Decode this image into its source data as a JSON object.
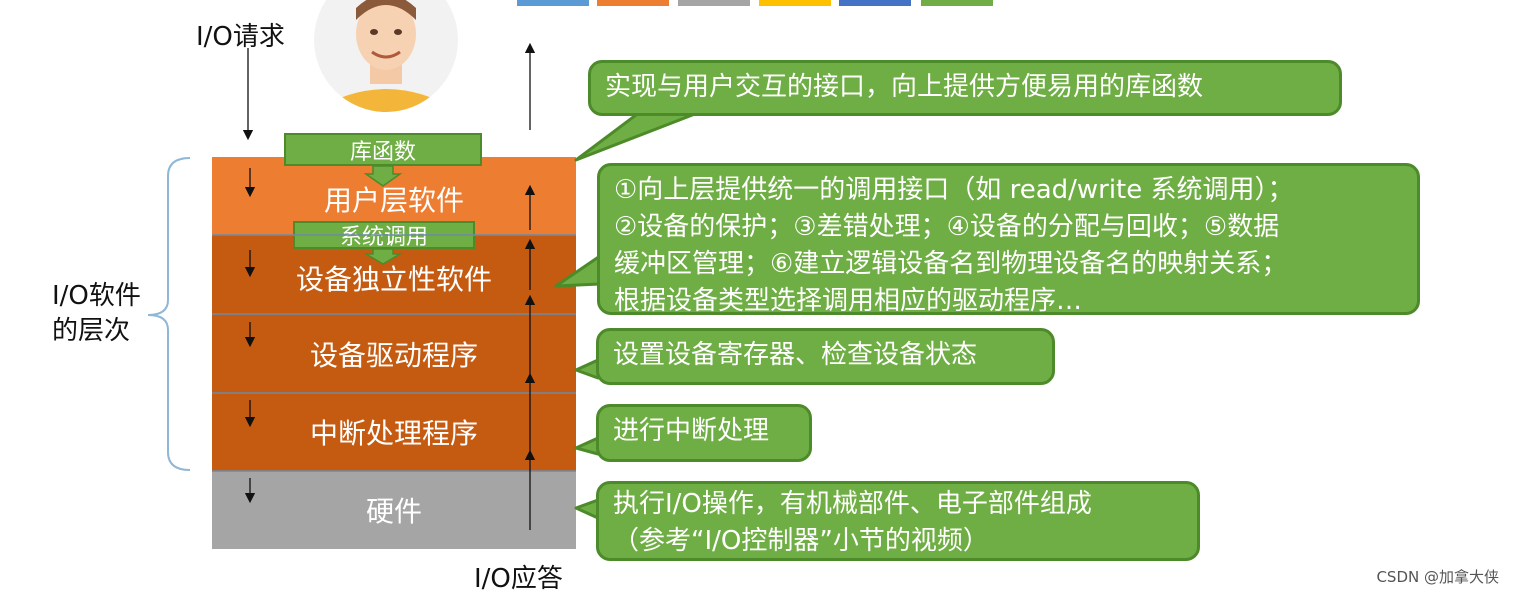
{
  "top_swatches": [
    "#5b9bd5",
    "#ed7d31",
    "#a5a5a5",
    "#ffc000",
    "#4472c4",
    "#70ad47"
  ],
  "labels": {
    "io_request": "I/O请求",
    "io_response": "I/O应答",
    "io_software_line1": "I/O软件",
    "io_software_line2": "的层次"
  },
  "layers": [
    {
      "name": "用户层软件",
      "color": "#ed7d31"
    },
    {
      "name": "设备独立性软件",
      "color": "#c55a11"
    },
    {
      "name": "设备驱动程序",
      "color": "#c55a11"
    },
    {
      "name": "中断处理程序",
      "color": "#c55a11"
    },
    {
      "name": "硬件",
      "color": "#a5a5a5"
    }
  ],
  "tags": {
    "library_functions": "库函数",
    "system_call": "系统调用"
  },
  "callouts": {
    "user_layer": [
      "实现与用户交互的接口，向上提供方便易用的库函数"
    ],
    "device_independent": [
      "①向上层提供统一的调用接口（如 read/write 系统调用）；",
      "②设备的保护；③差错处理；④设备的分配与回收；⑤数据",
      "缓冲区管理；⑥建立逻辑设备名到物理设备名的映射关系；",
      "根据设备类型选择调用相应的驱动程序…"
    ],
    "driver": [
      "设置设备寄存器、检查设备状态"
    ],
    "interrupt": [
      "进行中断处理"
    ],
    "hardware": [
      "执行I/O操作，有机械部件、电子部件组成",
      "（参考“I/O控制器”小节的视频）"
    ]
  },
  "watermark": "CSDN @加拿大侠",
  "colors": {
    "callout_fill": "#6fae44",
    "callout_border": "#4c8a2a",
    "brace": "#8fb7d6"
  }
}
